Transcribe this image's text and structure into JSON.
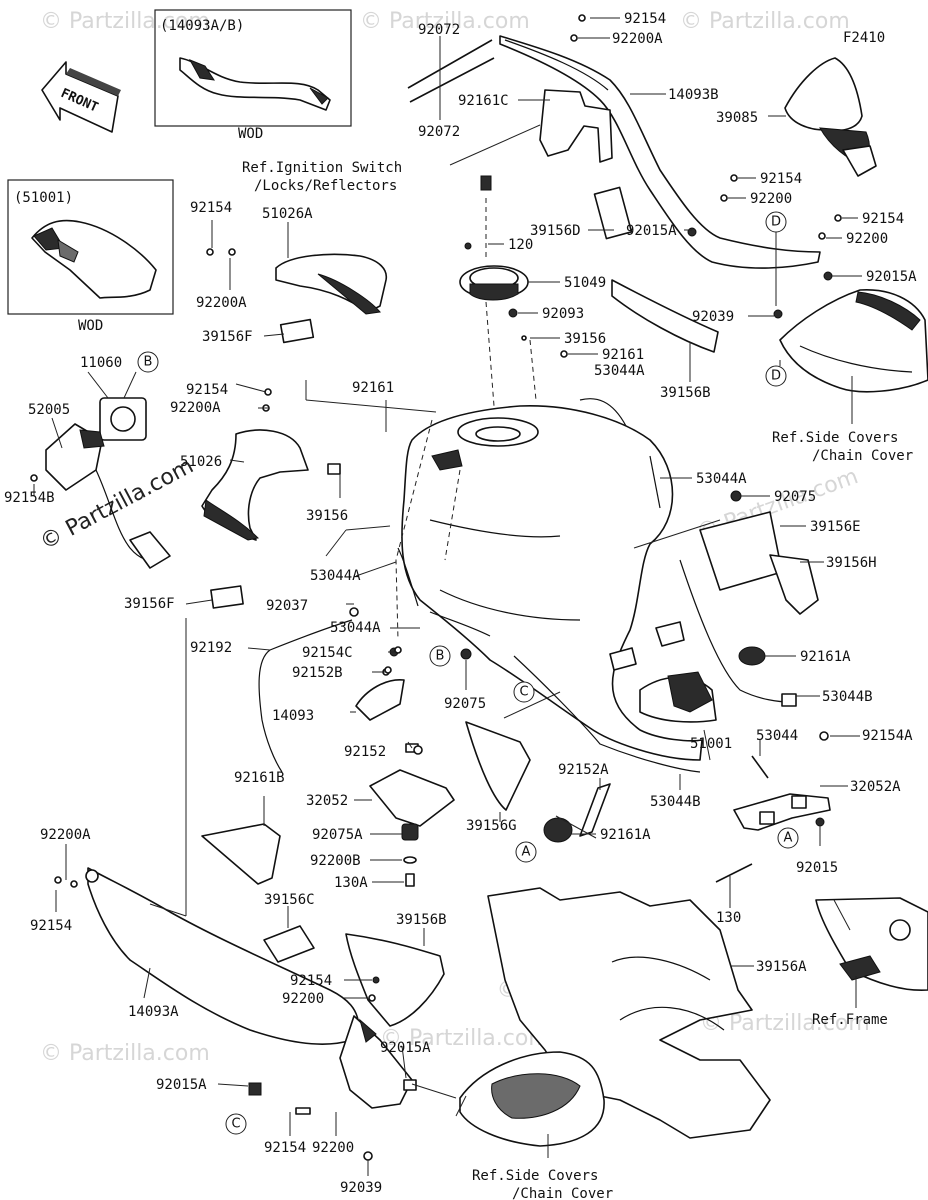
{
  "diagram_code": "F2410",
  "front_label": "FRONT",
  "watermark": "© Partzilla.com",
  "insets": [
    {
      "code": "(14093A/B)",
      "note": "WOD"
    },
    {
      "code": "(51001)",
      "note": "WOD"
    }
  ],
  "refs": {
    "ignition_1": "Ref.Ignition Switch",
    "ignition_2": "/Locks/Reflectors",
    "side_top_1": "Ref.Side Covers",
    "side_top_2": "/Chain Cover",
    "side_bottom_1": "Ref.Side Covers",
    "side_bottom_2": "/Chain Cover",
    "frame": "Ref.Frame"
  },
  "circles": {
    "a": "A",
    "b": "B",
    "c": "C",
    "d": "D"
  },
  "labels": {
    "p92154_tc": "92154",
    "p92200A_tc": "92200A",
    "p92072_t": "92072",
    "p92072_b": "92072",
    "p92161C": "92161C",
    "p14093B": "14093B",
    "p39085": "39085",
    "p92154_r1": "92154",
    "p92200_r1": "92200",
    "p92154_r2": "92154",
    "p92200_r2": "92200",
    "p92015A_r": "92015A",
    "p39156D": "39156D",
    "p92015A_m": "92015A",
    "p92039_m": "92039",
    "p120": "120",
    "p51049": "51049",
    "p92093": "92093",
    "p39156_m": "39156",
    "p92161_m": "92161",
    "p53044A_t": "53044A",
    "p39156B_t": "39156B",
    "p92154_l": "92154",
    "p51026A": "51026A",
    "p92200A_l": "92200A",
    "p39156F_t": "39156F",
    "p11060": "11060",
    "p92154_l2": "92154",
    "p92200A_l2": "92200A",
    "p52005": "52005",
    "p92161_c": "92161",
    "p51026": "51026",
    "p92154B": "92154B",
    "p39156_c": "39156",
    "p53044A_r": "53044A",
    "p92075_r": "92075",
    "p39156E": "39156E",
    "p39156H": "39156H",
    "p53044A_l": "53044A",
    "p39156F_b": "39156F",
    "p92037": "92037",
    "p53044A_l2": "53044A",
    "p92161A_r": "92161A",
    "p92192": "92192",
    "p92154C": "92154C",
    "p92152B": "92152B",
    "p53044B_r": "53044B",
    "p92075_c": "92075",
    "p14093": "14093",
    "p92152": "92152",
    "p53044": "53044",
    "p92154A": "92154A",
    "p51001": "51001",
    "p92152A": "92152A",
    "p53044B_b": "53044B",
    "p32052A": "32052A",
    "p92161B": "92161B",
    "p32052": "32052",
    "p39156G": "39156G",
    "p92075A": "92075A",
    "p92161A_b": "92161A",
    "p92015": "92015",
    "p92200A_bl": "92200A",
    "p92200B": "92200B",
    "p130A": "130A",
    "p130": "130",
    "p92154_bl": "92154",
    "p39156C": "39156C",
    "p39156B_b": "39156B",
    "p39156A": "39156A",
    "p92154_b": "92154",
    "p92200_b": "92200",
    "p14093A": "14093A",
    "p92015A_b": "92015A",
    "p92015A_bl": "92015A",
    "p92154_bb": "92154",
    "p92200_bb": "92200",
    "p92039_b": "92039"
  }
}
